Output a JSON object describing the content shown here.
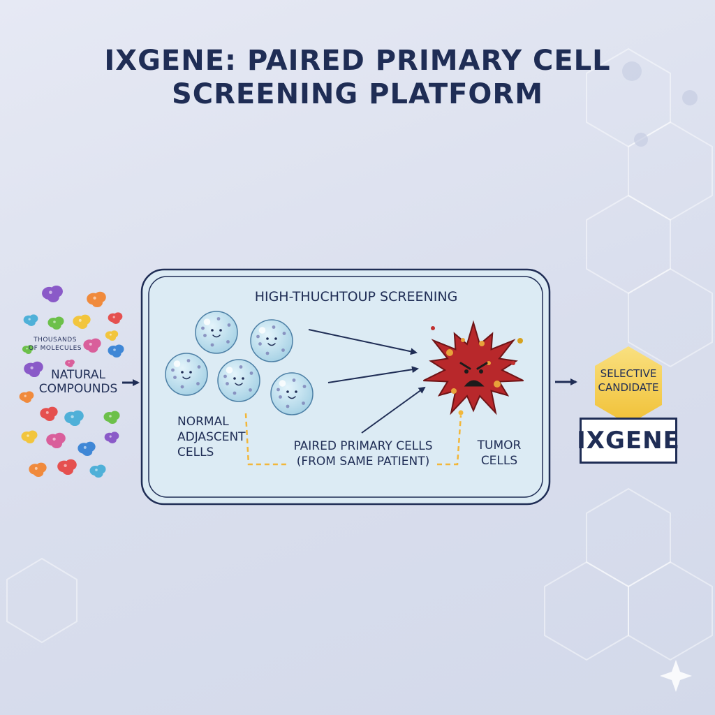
{
  "title": {
    "line1": "IXGENE: PAIRED PRIMARY CELL",
    "line2": "SCREENING PLATFORM"
  },
  "compounds": {
    "small_label_line1": "THOUSANDS",
    "small_label_line2": "OF MOLECULES",
    "label_line1": "NATURAL",
    "label_line2": "COMPOUNDS"
  },
  "screening": {
    "title": "HIGH-THUCHTOUP SCREENING",
    "normal_line1": "NORMAL",
    "normal_line2": "ADJASCENT",
    "normal_line3": "CELLS",
    "paired_line1": "PAIRED PRIMARY CELLS",
    "paired_line2": "(FROM SAME PATIENT)",
    "tumor_line1": "TUMOR",
    "tumor_line2": "CELLS"
  },
  "output": {
    "candidate_line1": "SELECTIVE",
    "candidate_line2": "CANDIDATE",
    "brand": "IXGENE"
  },
  "colors": {
    "navy": "#1f2d55",
    "panel_fill": "#dcebf4",
    "cell_fill": "#bfe0ef",
    "tumor_red": "#b8282b",
    "dash_yellow": "#f2b73a",
    "hex_gold": "#f7cd3c"
  }
}
